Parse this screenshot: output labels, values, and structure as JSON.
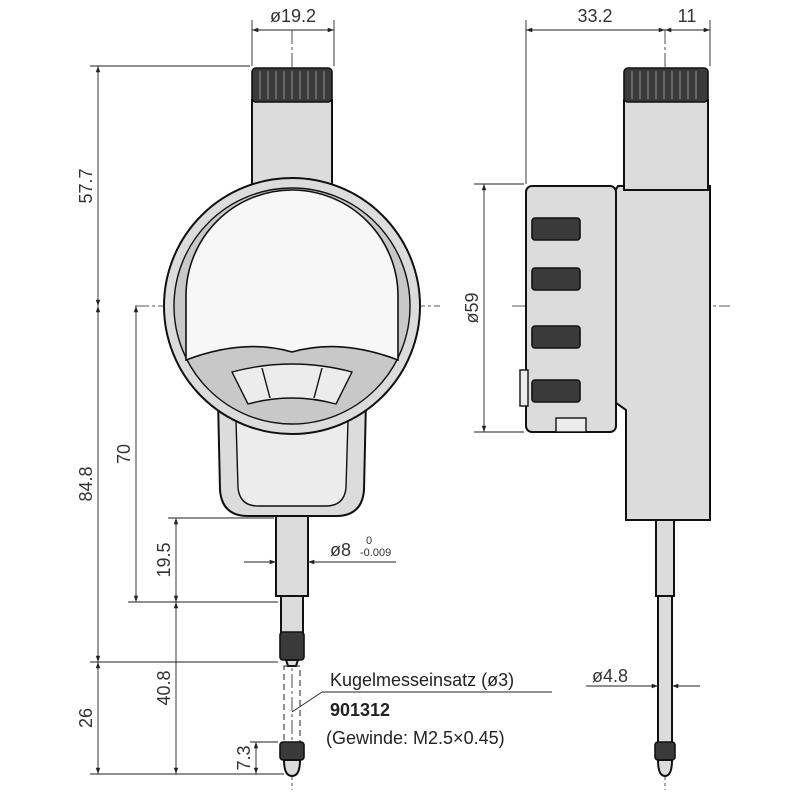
{
  "dimensions": {
    "knob_diameter": "ø19.2",
    "depth": "33.2",
    "knob_offset": "11",
    "top_height": "57.7",
    "dial_diameter": "ø59",
    "total_height": "84.8",
    "center_to_sleeve": "70",
    "sleeve_length": "19.5",
    "stem_diameter": "ø8",
    "stem_tol_upper": "0",
    "stem_tol_lower": "-0.009",
    "spindle_diameter": "ø4.8",
    "contact_length": "40.8",
    "travel": "26",
    "tip_length": "7.3"
  },
  "contact_point": {
    "name": "Kugelmesseinsatz (ø3)",
    "part_number": "901312",
    "thread": "(Gewinde: M2.5×0.45)"
  },
  "colors": {
    "body": "#dcdcdc",
    "dark": "#3a3a3a",
    "line": "#111111"
  }
}
